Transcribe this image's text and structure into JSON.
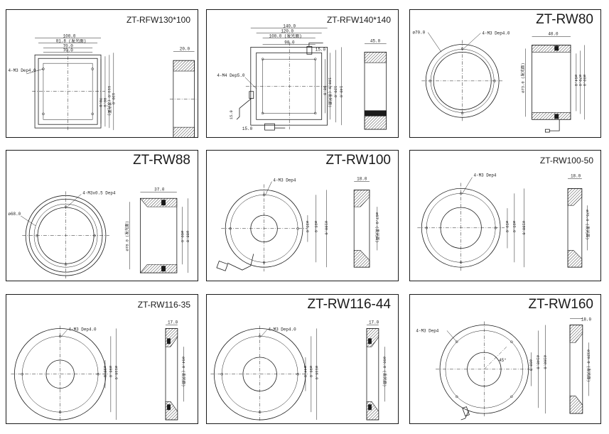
{
  "panels": [
    {
      "title": "ZT-RFW130*100",
      "dims": {
        "w1": "100.0",
        "w2": "81.8 (发光面)",
        "w3": "70.0",
        "w4": "70.0",
        "v1": "70.0",
        "v2": "90.0",
        "v3": "111.8 (发光面)",
        "v4": "130.0",
        "hole": "4-M3 Dep4.0",
        "side": "20.0"
      }
    },
    {
      "title": "ZT-RFW140*140",
      "dims": {
        "w1": "140.0",
        "w2": "120.0",
        "w3": "100.0 (发光面)",
        "w4": "98.0",
        "v1": "98.0",
        "v2": "100.0 (发光面)",
        "v3": "120.0",
        "v4": "140.0",
        "hole": "4-M4 Dep5.0",
        "a": "15.0",
        "b": "15.0",
        "c": "15.0",
        "side": "45.0"
      }
    },
    {
      "title": "ZT-RW80",
      "dims": {
        "dia": "ø70.0",
        "hole": "4-M3 Dep4.0",
        "side": "40.0",
        "v1": "ø73.0 (发光面)",
        "v2": "ø64.0",
        "v3": "ø70.0",
        "v4": "ø80.0"
      }
    },
    {
      "title": "ZT-RW88",
      "dims": {
        "dia": "ø68.0",
        "hole": "4-M3x0.5 Dep4",
        "side": "37.0",
        "v1": "ø78.0 (发光面)",
        "v2": "ø60.0",
        "v3": "ø88.0"
      }
    },
    {
      "title": "ZT-RW100",
      "dims": {
        "hole": "4-M3 Dep4",
        "v1": "ø35.0",
        "v2": "ø85.0",
        "v3": "ø100.0",
        "side": "18.0",
        "v4": "ø67.0 (发光面)"
      }
    },
    {
      "title": "ZT-RW100-50",
      "dims": {
        "hole": "4-M3 Dep4",
        "v1": "ø50.0",
        "v2": "ø85.0",
        "v3": "ø100.0",
        "side": "18.0",
        "v4": "ø75.0 (发光面)"
      }
    },
    {
      "title": "ZT-RW116-35",
      "dims": {
        "hole": "4-M3 Dep4.0",
        "v1": "ø35.0",
        "v2": "ø96.0",
        "v3": "ø116.0",
        "side": "17.0",
        "v4": "ø64.0 (发光面)"
      }
    },
    {
      "title": "ZT-RW116-44",
      "dims": {
        "hole": "4-M3 Dep4.0",
        "v1": "ø44.0",
        "v2": "ø96.0",
        "v3": "ø116.0",
        "side": "17.0",
        "v4": "ø66.0 (发光面)"
      }
    },
    {
      "title": "ZT-RW160",
      "dims": {
        "hole": "4-M3 Dep4",
        "v1": "ø60.0",
        "v2": "ø140.0",
        "v3": "ø160.0",
        "side": "18.0",
        "v4": "ø120.0 (发光面)",
        "angle": "45°"
      }
    }
  ]
}
